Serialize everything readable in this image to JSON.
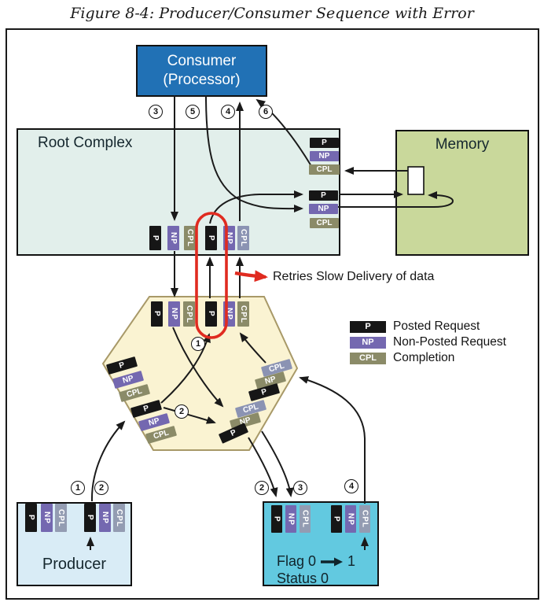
{
  "title": "Figure 8-4: Producer/Consumer Sequence with Error",
  "boxes": {
    "consumer": {
      "label_line1": "Consumer",
      "label_line2": "(Processor)"
    },
    "root_complex": {
      "label": "Root Complex"
    },
    "memory": {
      "label": "Memory"
    },
    "producer": {
      "label": "Producer"
    },
    "completer": {
      "flag_before": "Flag 0",
      "flag_after": "1",
      "status": "Status 0"
    }
  },
  "annotation": {
    "retries": "Retries Slow Delivery of data"
  },
  "legend": [
    {
      "chip": "P",
      "variant": "p",
      "label": "Posted Request"
    },
    {
      "chip": "NP",
      "variant": "np",
      "label": "Non-Posted Request"
    },
    {
      "chip": "CPL",
      "variant": "cpl_olive",
      "label": "Completion"
    }
  ],
  "chip_labels": {
    "p": "P",
    "np": "NP",
    "cpl": "CPL"
  },
  "step_numbers": [
    "1",
    "2",
    "3",
    "4",
    "5",
    "6"
  ],
  "colors": {
    "p": "#161616",
    "np": "#7468b0",
    "np_olive": "#8b8b68",
    "cpl_olive": "#8b8b68",
    "cpl_slate": "#8b93b3",
    "cpl_gray": "#939cb2",
    "line": "#1a1a1a",
    "red": "#e02b20",
    "consumer_blue": "#2171b5",
    "root_fill": "#e2efeb",
    "memory_fill": "#c9d89b",
    "hex_fill": "#faf3d2",
    "hex_stroke": "#a89968",
    "producer_fill": "#d9ecf6",
    "completer_fill": "#62c9e0"
  }
}
